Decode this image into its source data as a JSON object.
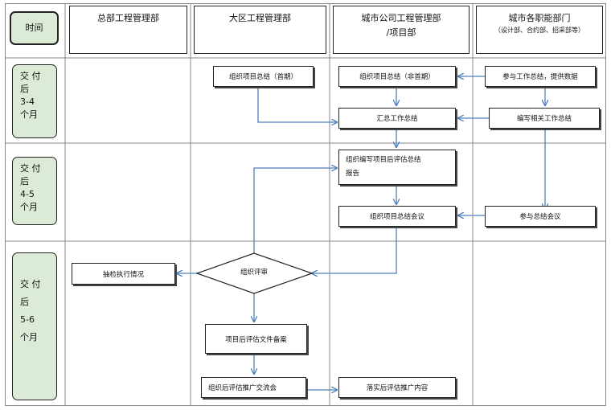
{
  "headers": {
    "time": "时间",
    "hq": "总部工程管理部",
    "region": "大区工程管理部",
    "city_line1": "城市公司工程管理部",
    "city_line2": "/项目部",
    "func_line1": "城市各职能部门",
    "func_line2": "（设计部、合约部、招采部等）"
  },
  "phases": [
    [
      "交  付",
      "后",
      "3-4",
      "个月"
    ],
    [
      "交  付",
      "后",
      "4-5",
      "个月"
    ],
    [
      "交  付",
      "后",
      "5-6",
      "个月"
    ]
  ],
  "nodes": {
    "org_summary_first": "组织项目总结（首期）",
    "org_summary_nonfirst": "组织项目总结（非首期）",
    "participate_data": "参与工作总结，提供数据",
    "collect_summary": "汇总工作总结",
    "write_summary": "编写相关工作总结",
    "report_line1": "组织编写项目后评估总结",
    "report_line2": "报告",
    "summary_meeting": "组织项目总结会议",
    "attend_meeting": "参与总结会议",
    "review": "组织评审",
    "spot_check": "抽检执行情况",
    "archive": "项目后评估文件备案",
    "exchange": "组织后评估推广交流会",
    "implement": "落实后评估推广内容"
  },
  "colors": {
    "arrow": "#4f81bd",
    "phase_fill": "#dcebd5",
    "border": "#222222"
  }
}
